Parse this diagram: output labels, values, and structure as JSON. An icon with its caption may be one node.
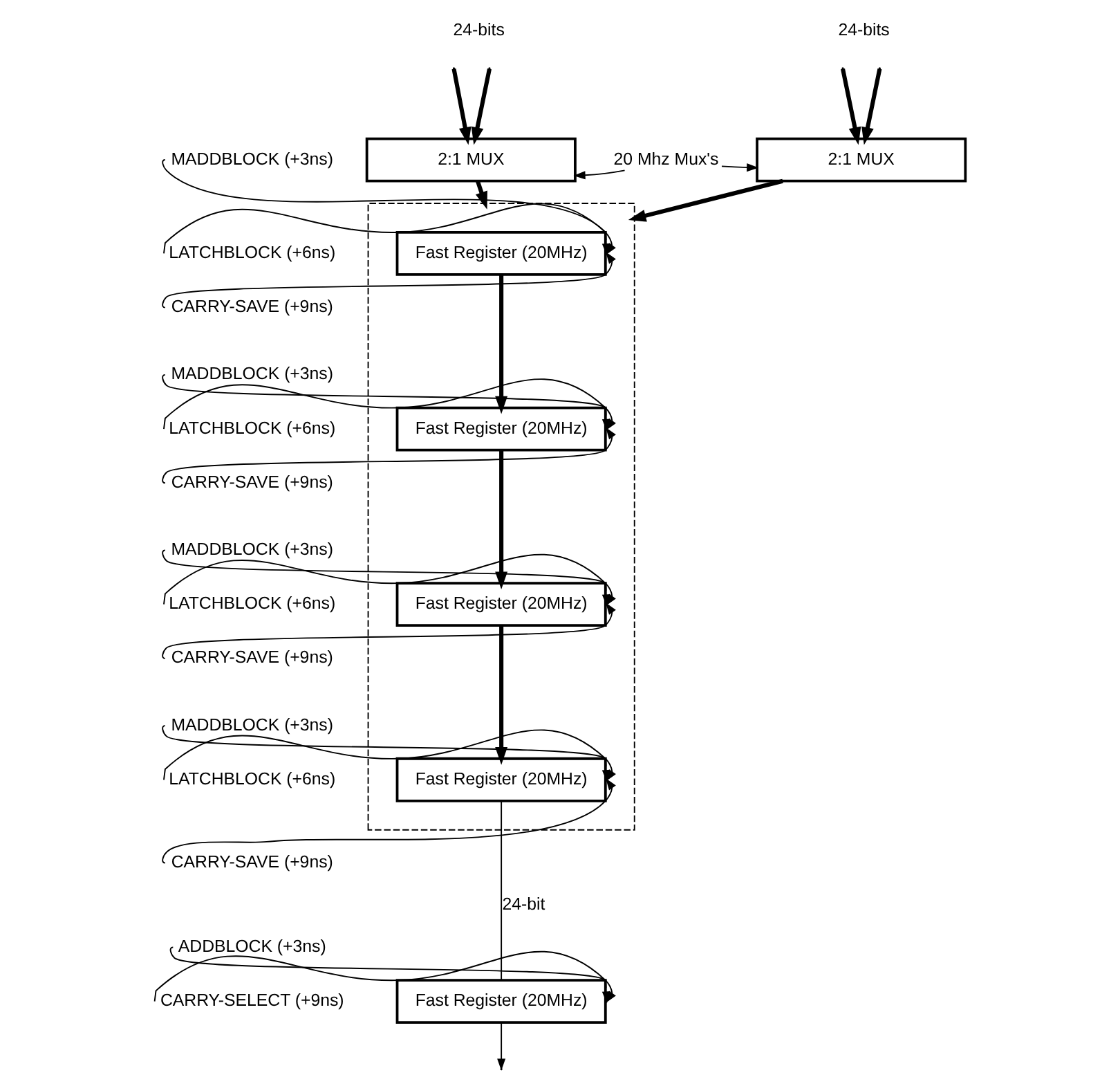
{
  "diagram": {
    "nodes": [
      {
        "text": [
          "2:1 MUX"
        ]
      },
      {
        "text": [
          "20 Mhz Mux's"
        ]
      },
      {
        "text": [
          "2:1 MUX"
        ]
      },
      {
        "text": [],
        "shape": "box"
      },
      {
        "text": [
          "Fast Register (20MHz)"
        ],
        "in": 3
      },
      {
        "text": [
          "MADDBLOCK (+3ns)"
        ]
      },
      {
        "text": [
          "LATCHBLOCK (+6ns)"
        ]
      },
      {
        "text": [
          "CARRY-SAVE (+9ns)"
        ]
      },
      {
        "text": [
          "Fast Register (20MHz)"
        ],
        "in": 3
      },
      {
        "text": [
          "MADDBLOCK (+3ns)"
        ]
      },
      {
        "text": [
          "LATCHBLOCK (+6ns)"
        ]
      },
      {
        "text": [
          "CARRY-SAVE (+9ns)"
        ]
      },
      {
        "text": [
          "Fast Register (20MHz)"
        ],
        "in": 3
      },
      {
        "text": [
          "MADDBLOCK (+3ns)"
        ]
      },
      {
        "text": [
          "LATCHBLOCK (+6ns)"
        ]
      },
      {
        "text": [
          "CARRY-SAVE (+9ns)"
        ]
      },
      {
        "text": [
          "Fast Register (20MHz)"
        ],
        "in": 3
      },
      {
        "text": [
          "MADDBLOCK (+3ns)"
        ]
      },
      {
        "text": [
          "LATCHBLOCK (+6ns)"
        ]
      },
      {
        "text": [
          "CARRY-SAVE (+9ns)"
        ]
      },
      {
        "text": [
          "Fast Register (20MHz)"
        ]
      },
      {
        "text": [
          "ADDBLOCK (+3ns)"
        ]
      },
      {
        "text": [
          "CARRY-SELECT (+9ns)"
        ]
      }
    ],
    "edges": [
      {
        "from": null,
        "to": 0,
        "arrow": "to",
        "style": "thick"
      },
      {
        "from": null,
        "to": 0,
        "arrow": "to",
        "style": "thick"
      },
      {
        "from": null,
        "to": 2,
        "arrow": "to",
        "style": "thick"
      },
      {
        "from": null,
        "to": 2,
        "arrow": "to",
        "style": "thick"
      },
      {
        "from": 1,
        "to": 0,
        "arrow": "to"
      },
      {
        "from": 1,
        "to": 2,
        "arrow": "to"
      },
      {
        "from": 0,
        "to": 3,
        "arrow": "to",
        "style": "thick"
      },
      {
        "from": 2,
        "to": 3,
        "arrow": "to",
        "style": "thick"
      },
      {
        "from": 5,
        "to": 4,
        "arrow": "to"
      },
      {
        "from": 6,
        "to": 4,
        "arrow": "to"
      },
      {
        "from": 7,
        "to": 4,
        "arrow": "to"
      },
      {
        "from": 4,
        "to": 8,
        "arrow": "to",
        "style": "thick"
      },
      {
        "from": 9,
        "to": 8,
        "arrow": "to"
      },
      {
        "from": 10,
        "to": 8,
        "arrow": "to"
      },
      {
        "from": 11,
        "to": 8,
        "arrow": "to"
      },
      {
        "from": 8,
        "to": 12,
        "arrow": "to",
        "style": "thick"
      },
      {
        "from": 13,
        "to": 12,
        "arrow": "to"
      },
      {
        "from": 14,
        "to": 12,
        "arrow": "to"
      },
      {
        "from": 15,
        "to": 12,
        "arrow": "to"
      },
      {
        "from": 12,
        "to": 16,
        "arrow": "to",
        "style": "thick"
      },
      {
        "from": 17,
        "to": 16,
        "arrow": "to"
      },
      {
        "from": 18,
        "to": 16,
        "arrow": "to"
      },
      {
        "from": 19,
        "to": 16,
        "arrow": "to"
      },
      {
        "from": 16,
        "to": 20,
        "arrow": "none",
        "label": "24-bit"
      },
      {
        "from": 21,
        "to": 20,
        "arrow": "to"
      },
      {
        "from": 22,
        "to": 20,
        "arrow": "to"
      },
      {
        "from": 20,
        "to": null,
        "arrow": "to"
      }
    ],
    "labels": [
      "24-bits",
      "24-bits"
    ]
  }
}
